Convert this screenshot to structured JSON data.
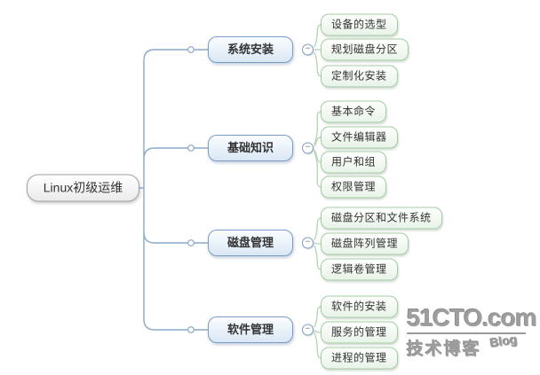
{
  "colors": {
    "branch_accent": "#7a9cc4",
    "leaf_accent": "#a5cba5",
    "line_blue": "#8aa9c9",
    "line_green": "#b7d6b3",
    "root_border": "#9aa0a6",
    "text": "#333333",
    "logo_gray": "#9e9e9e"
  },
  "icons": {
    "collapse_minus": "−"
  },
  "mindmap": {
    "root": {
      "label": "Linux初级运维"
    },
    "branches": [
      {
        "label": "系统安装",
        "children": [
          "设备的选型",
          "规划磁盘分区",
          "定制化安装"
        ]
      },
      {
        "label": "基础知识",
        "children": [
          "基本命令",
          "文件编辑器",
          "用户和组",
          "权限管理"
        ]
      },
      {
        "label": "磁盘管理",
        "children": [
          "磁盘分区和文件系统",
          "磁盘阵列管理",
          "逻辑卷管理"
        ]
      },
      {
        "label": "软件管理",
        "children": [
          "软件的安装",
          "服务的管理",
          "进程的管理"
        ]
      }
    ]
  },
  "watermark": {
    "brand": "51CTO.com",
    "tagline": "技术博客",
    "badge": "Blog"
  }
}
